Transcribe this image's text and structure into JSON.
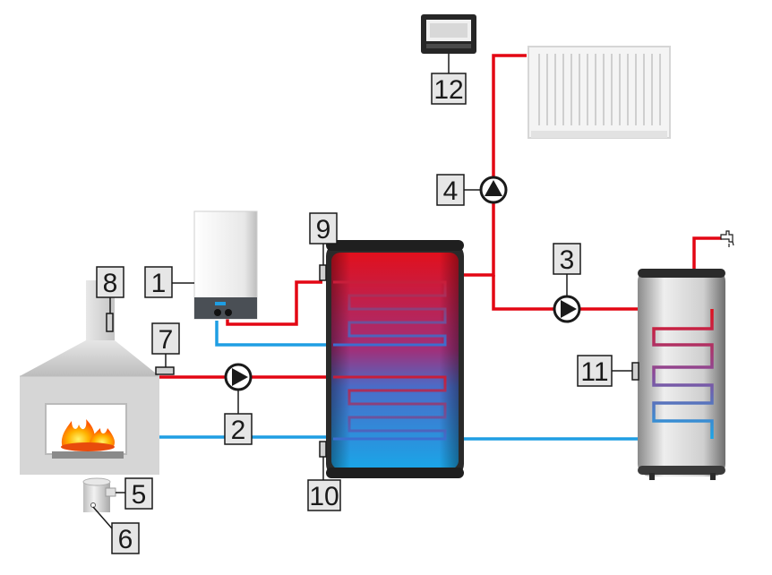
{
  "diagram": {
    "labels": [
      "1",
      "2",
      "3",
      "4",
      "5",
      "6",
      "7",
      "8",
      "9",
      "10",
      "11",
      "12"
    ],
    "colors": {
      "hot_pipe": "#e30613",
      "cold_pipe": "#1f9ee3",
      "label_box_fill": "#e6e6e6",
      "label_box_border": "#1a1a1a",
      "tank_hot": "#e1101d",
      "tank_cold": "#1aa6e8",
      "tank_body": "#2a2a2a"
    },
    "components": [
      {
        "label": "1",
        "icon": "boiler-icon"
      },
      {
        "label": "2",
        "icon": "circulation-pump-icon"
      },
      {
        "label": "3",
        "icon": "circulation-pump-icon"
      },
      {
        "label": "4",
        "icon": "circulation-pump-icon"
      },
      {
        "label": "5",
        "icon": "sensor-icon"
      },
      {
        "label": "6",
        "icon": "sensor-icon"
      },
      {
        "label": "7",
        "icon": "temperature-sensor-icon"
      },
      {
        "label": "8",
        "icon": "temperature-sensor-icon"
      },
      {
        "label": "9",
        "icon": "temperature-sensor-icon"
      },
      {
        "label": "10",
        "icon": "temperature-sensor-icon"
      },
      {
        "label": "11",
        "icon": "temperature-sensor-icon"
      },
      {
        "label": "12",
        "icon": "room-thermostat-icon"
      }
    ]
  }
}
